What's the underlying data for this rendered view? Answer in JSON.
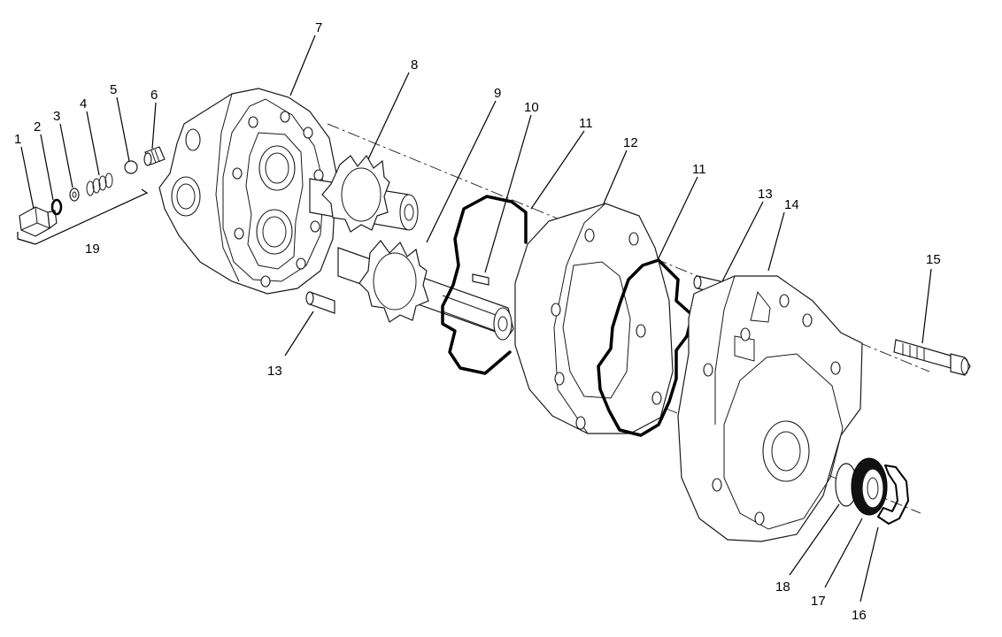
{
  "callouts": [
    {
      "id": "c1",
      "text": "1"
    },
    {
      "id": "c2",
      "text": "2"
    },
    {
      "id": "c3",
      "text": "3"
    },
    {
      "id": "c4",
      "text": "4"
    },
    {
      "id": "c5",
      "text": "5"
    },
    {
      "id": "c6",
      "text": "6"
    },
    {
      "id": "c7",
      "text": "7"
    },
    {
      "id": "c8",
      "text": "8"
    },
    {
      "id": "c9",
      "text": "9"
    },
    {
      "id": "c10",
      "text": "10"
    },
    {
      "id": "c11a",
      "text": "11"
    },
    {
      "id": "c11b",
      "text": "11"
    },
    {
      "id": "c12",
      "text": "12"
    },
    {
      "id": "c13a",
      "text": "13"
    },
    {
      "id": "c13b",
      "text": "13"
    },
    {
      "id": "c14",
      "text": "14"
    },
    {
      "id": "c15",
      "text": "15"
    },
    {
      "id": "c16",
      "text": "16"
    },
    {
      "id": "c17",
      "text": "17"
    },
    {
      "id": "c18",
      "text": "18"
    },
    {
      "id": "c19",
      "text": "19"
    }
  ],
  "colors": {
    "line": "#1a1a1a",
    "gasket": "#000000",
    "background": "#ffffff"
  }
}
